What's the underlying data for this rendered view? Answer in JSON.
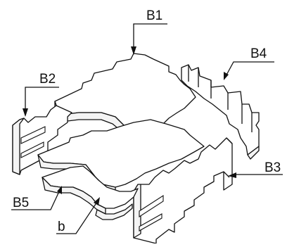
{
  "labels": {
    "b1": "B1",
    "b2": "B2",
    "b3": "B3",
    "b4": "B4",
    "b5": "B5",
    "b": "b"
  }
}
